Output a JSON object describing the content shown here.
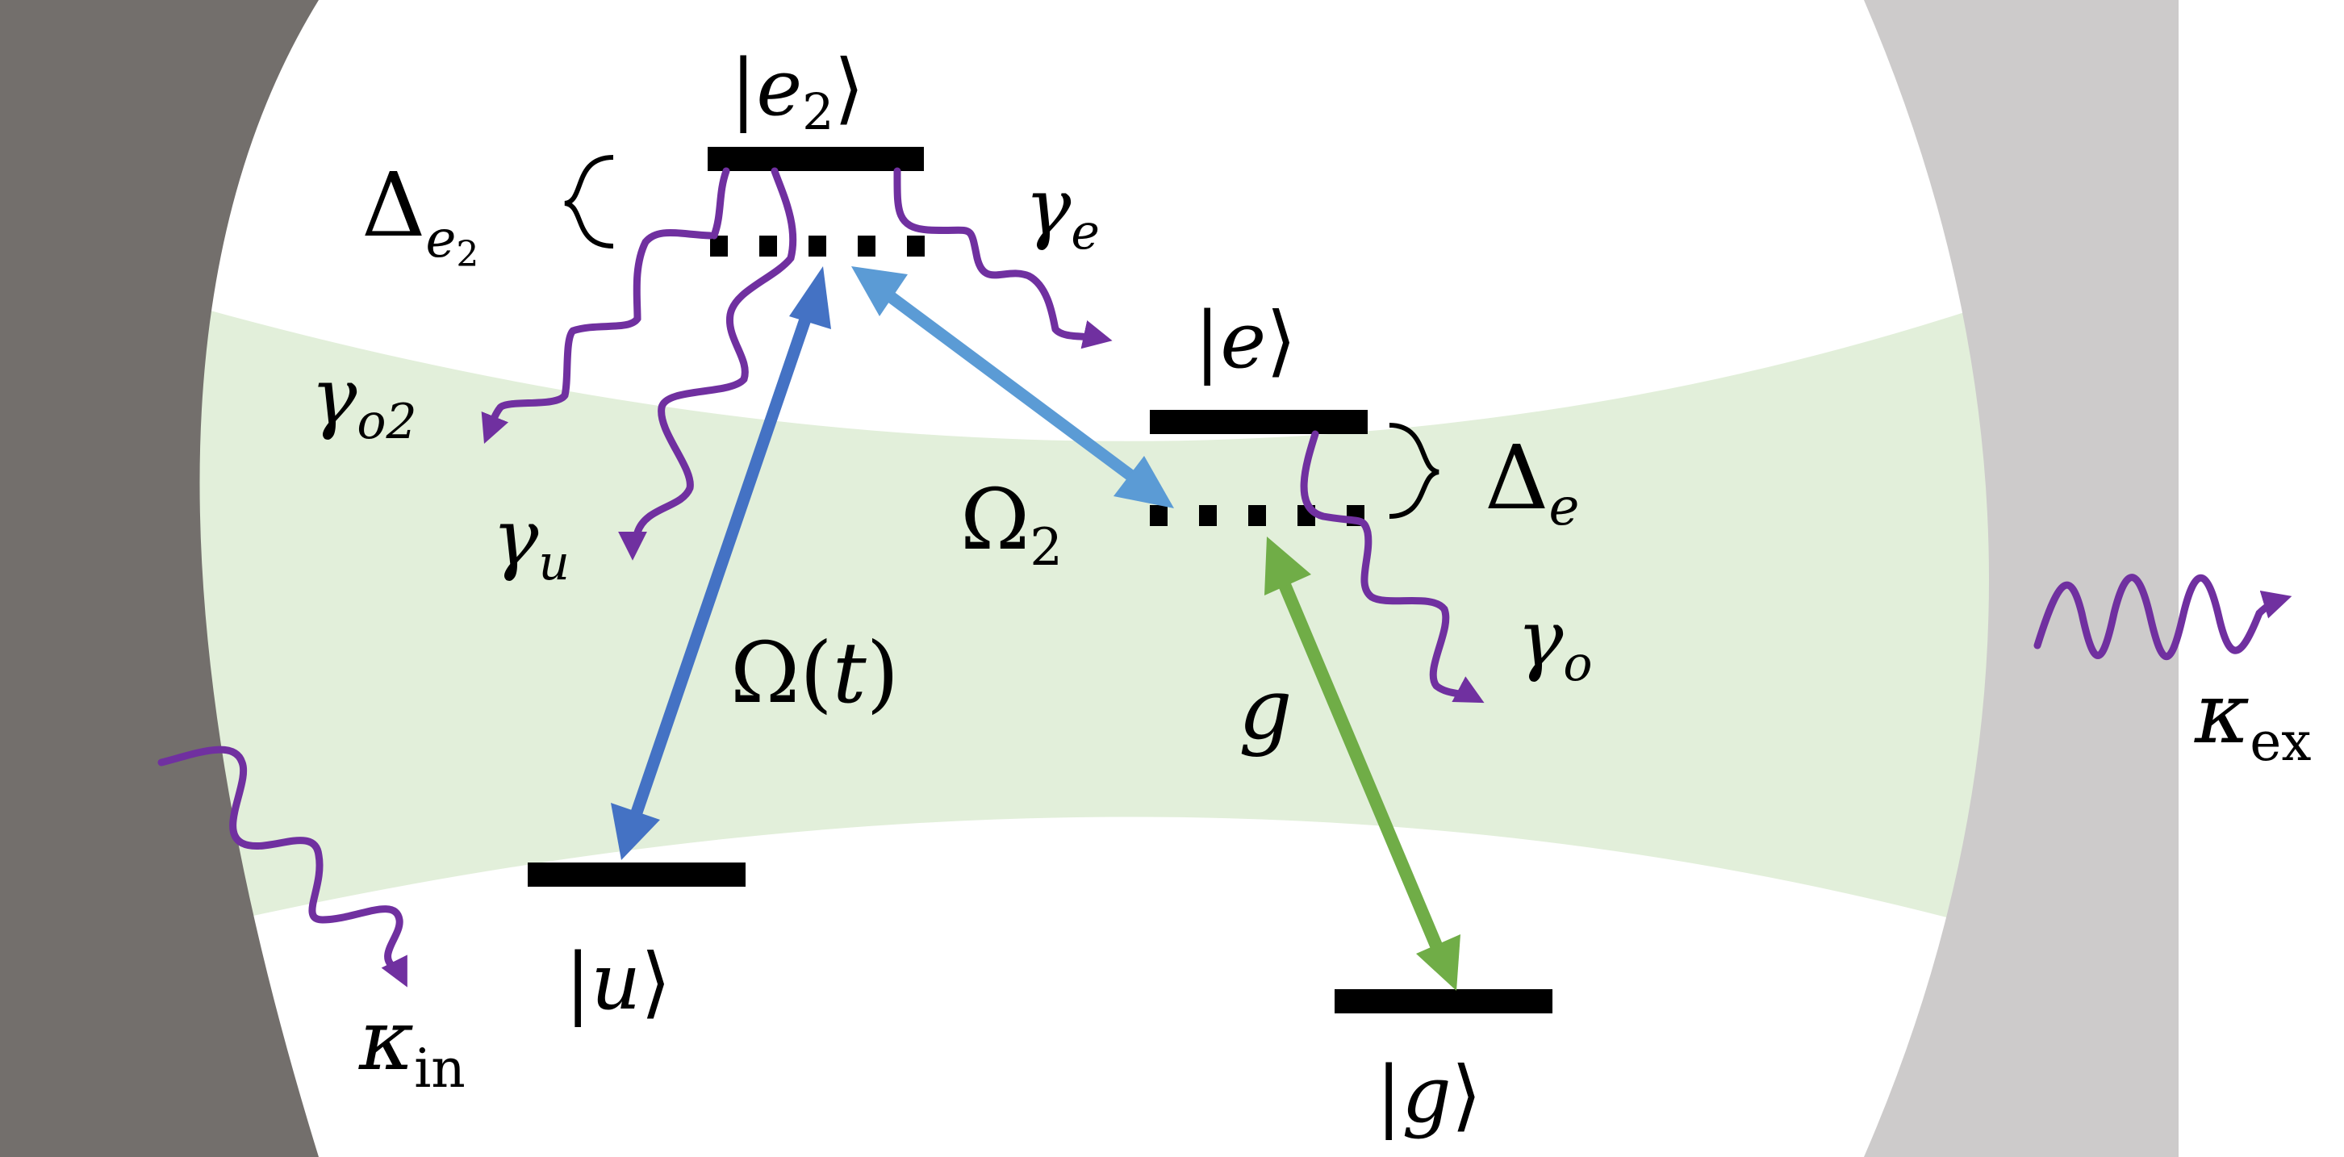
{
  "colors": {
    "mirror_left": "#736f6c",
    "mirror_right": "#cdcbcb",
    "cavity_mode": "#e2efda",
    "level": "#000000",
    "decay": "#7030a0",
    "omega_t_arrow": "#4472c4",
    "omega2_arrow": "#5b9bd5",
    "g_arrow": "#70ad47"
  },
  "levels": {
    "e2": {
      "pre": "|",
      "sym": "e",
      "sub": "2",
      "post": "⟩"
    },
    "e": {
      "pre": "|",
      "sym": "e",
      "post": "⟩"
    },
    "u": {
      "pre": "|",
      "sym": "u",
      "post": "⟩"
    },
    "g": {
      "pre": "|",
      "sym": "g",
      "post": "⟩"
    }
  },
  "detunings": {
    "delta_e2": {
      "sym": "Δ",
      "sub": "e",
      "subsub": "2"
    },
    "delta_e": {
      "sym": "Δ",
      "sub": "e"
    }
  },
  "couplings": {
    "omega2": {
      "sym": "Ω",
      "sub": "2"
    },
    "omega_t": {
      "sym": "Ω",
      "open": "(",
      "arg": "t",
      "close": ")"
    },
    "g": {
      "sym": "g"
    }
  },
  "decays": {
    "gamma_e": {
      "sym": "γ",
      "sub": "e"
    },
    "gamma_o2": {
      "sym": "γ",
      "sub": "o2"
    },
    "gamma_u": {
      "sym": "γ",
      "sub": "u"
    },
    "gamma_o": {
      "sym": "γ",
      "sub": "o"
    }
  },
  "cavity": {
    "kappa_in": {
      "sym": "κ",
      "sub": "in"
    },
    "kappa_ex": {
      "sym": "κ",
      "sub": "ex"
    }
  }
}
